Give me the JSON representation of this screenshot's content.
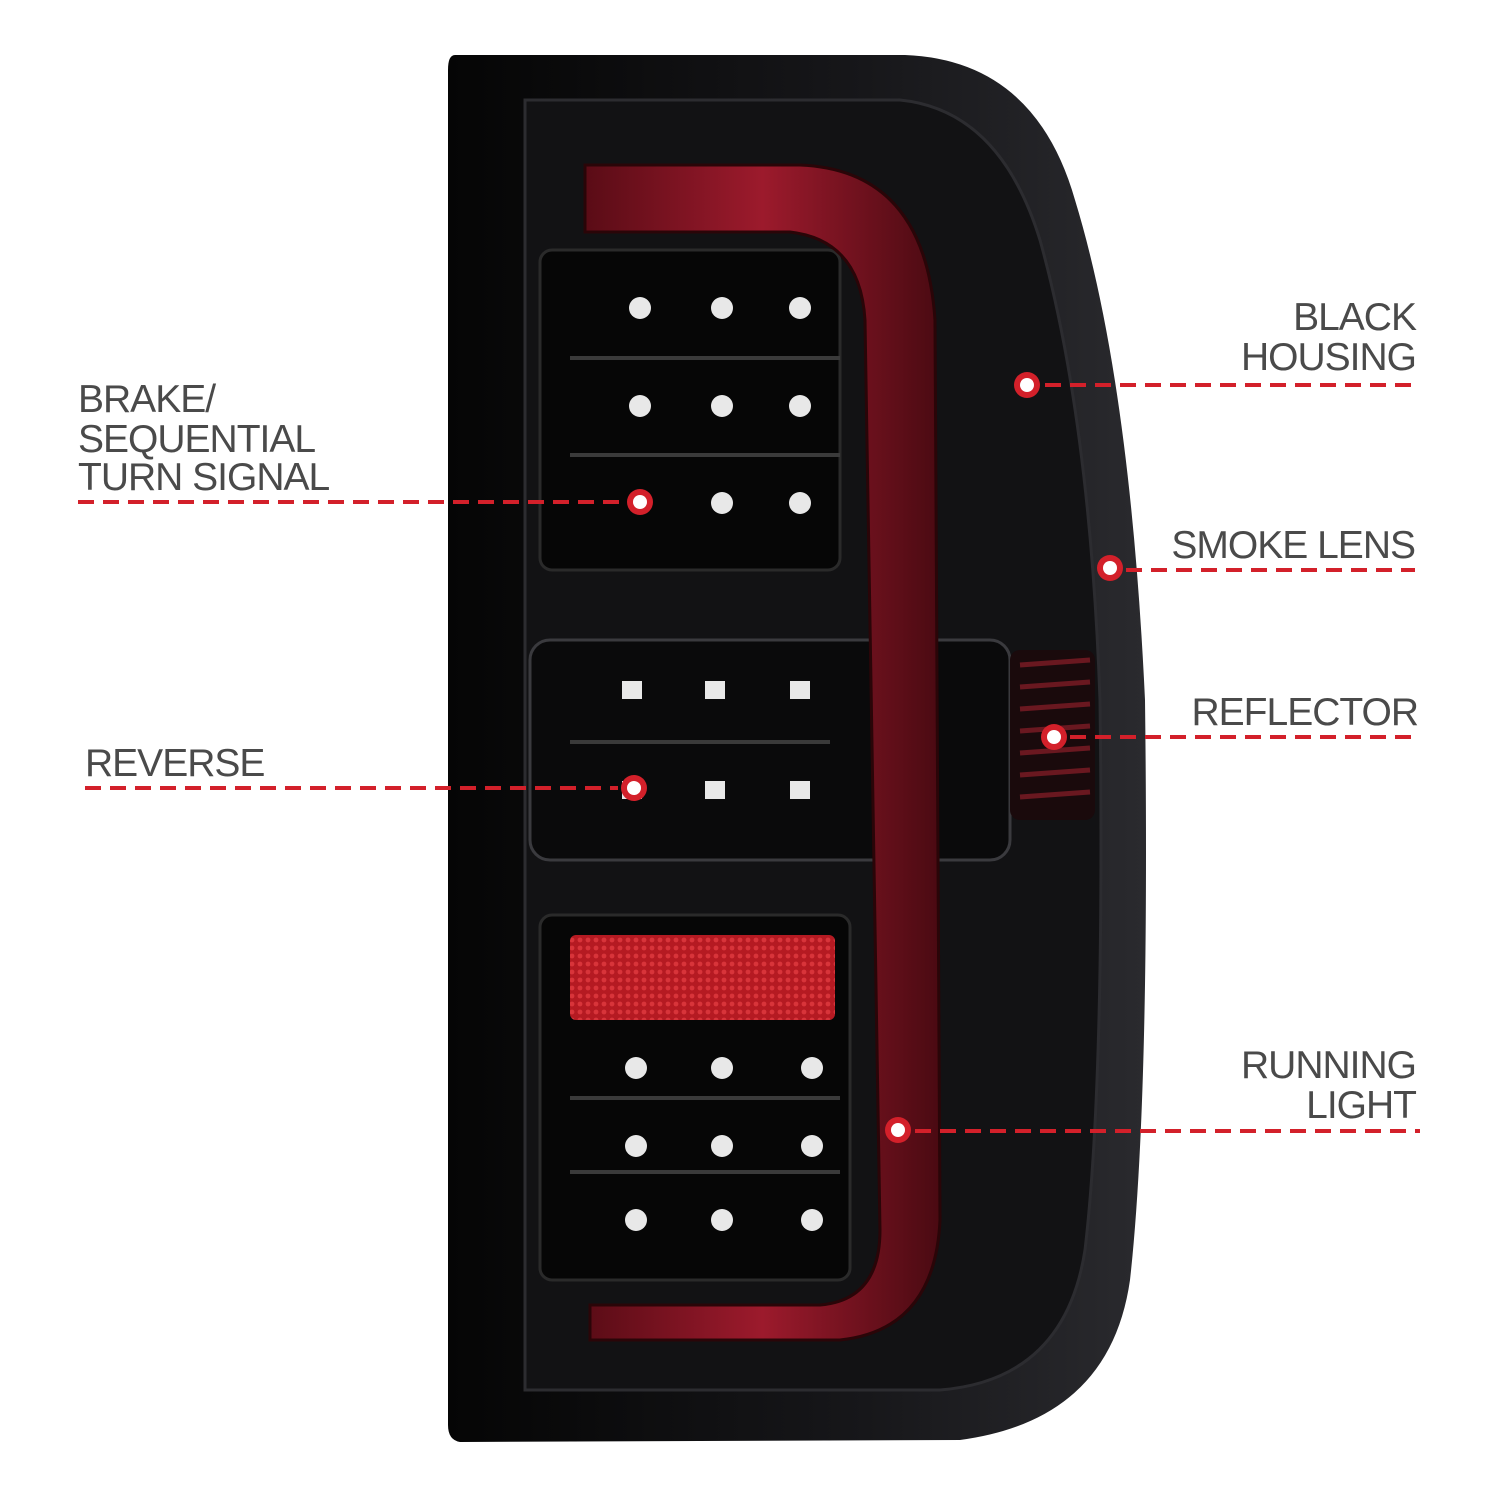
{
  "colors": {
    "callout": "#d3202a",
    "label": "#4a4a4a",
    "housing": "#0b0b0c",
    "light_bar": "#8a1424",
    "reflector": "#b51a22"
  },
  "callouts": {
    "black_housing": [
      "BLACK",
      "HOUSING"
    ],
    "brake": [
      "BRAKE/",
      "SEQUENTIAL",
      "TURN SIGNAL"
    ],
    "smoke_lens": [
      "SMOKE LENS"
    ],
    "reflector": [
      "REFLECTOR"
    ],
    "reverse": [
      "REVERSE"
    ],
    "running_light": [
      "RUNNING",
      "LIGHT"
    ]
  }
}
